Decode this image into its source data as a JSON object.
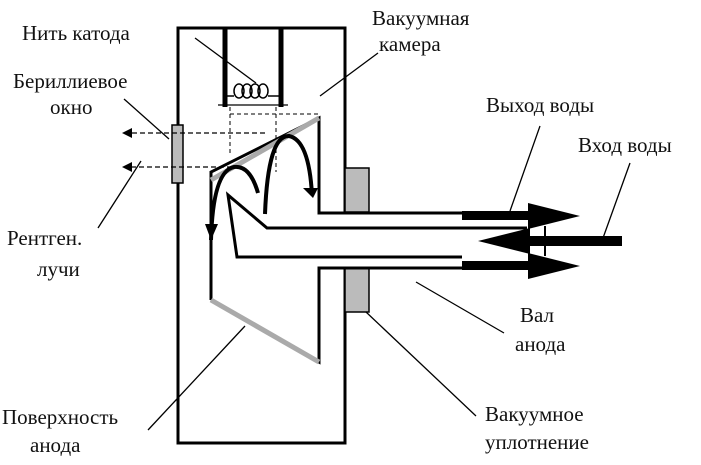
{
  "labels": {
    "cathode_filament": "Нить катода",
    "vacuum_chamber_line1": "Вакуумная",
    "vacuum_chamber_line2": "камера",
    "beryllium_window_line1": "Бериллиевое",
    "beryllium_window_line2": "окно",
    "water_out": "Выход воды",
    "water_in": "Вход воды",
    "xrays_line1": "Рентген.",
    "xrays_line2": "лучи",
    "anode_shaft_line1": "Вал",
    "anode_shaft_line2": "анода",
    "anode_surface_line1": "Поверхность",
    "anode_surface_line2": "анода",
    "vacuum_seal_line1": "Вакуумное",
    "vacuum_seal_line2": "уплотнение"
  },
  "colors": {
    "line": "#000000",
    "anode_surface": "#aaaaaa",
    "seal_and_window_fill": "#bbbbbb",
    "text": "#111111"
  }
}
